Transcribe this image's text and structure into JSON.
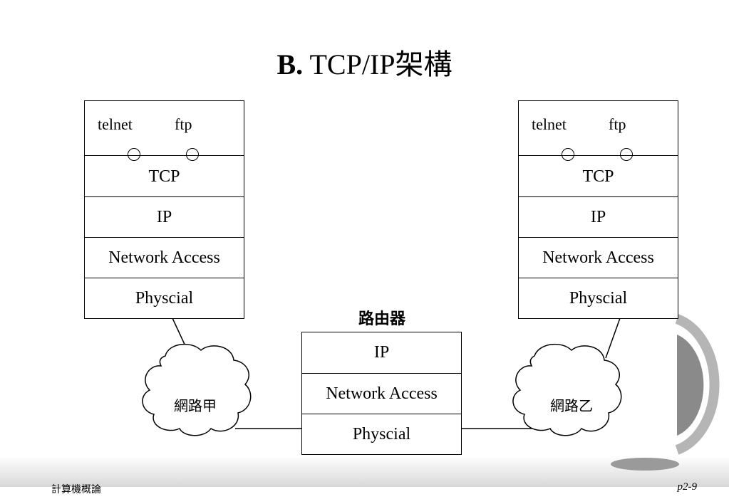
{
  "title": {
    "bold_part": "B.",
    "rest": "TCP/IP架構"
  },
  "left_host": {
    "apps": [
      "telnet",
      "ftp"
    ],
    "layers": [
      "TCP",
      "IP",
      "Network Access",
      "Physcial"
    ]
  },
  "right_host": {
    "apps": [
      "telnet",
      "ftp"
    ],
    "layers": [
      "TCP",
      "IP",
      "Network Access",
      "Physcial"
    ]
  },
  "router": {
    "label": "路由器",
    "layers": [
      "IP",
      "Network Access",
      "Physcial"
    ]
  },
  "networks": {
    "left": "網路甲",
    "right": "網路乙"
  },
  "footer": {
    "left": "計算機概論",
    "right": "p2-9"
  },
  "colors": {
    "background": "#ffffff",
    "line": "#000000",
    "footer_gradient": "#d8d8d8",
    "decor_gray": "#8a8a8a"
  }
}
